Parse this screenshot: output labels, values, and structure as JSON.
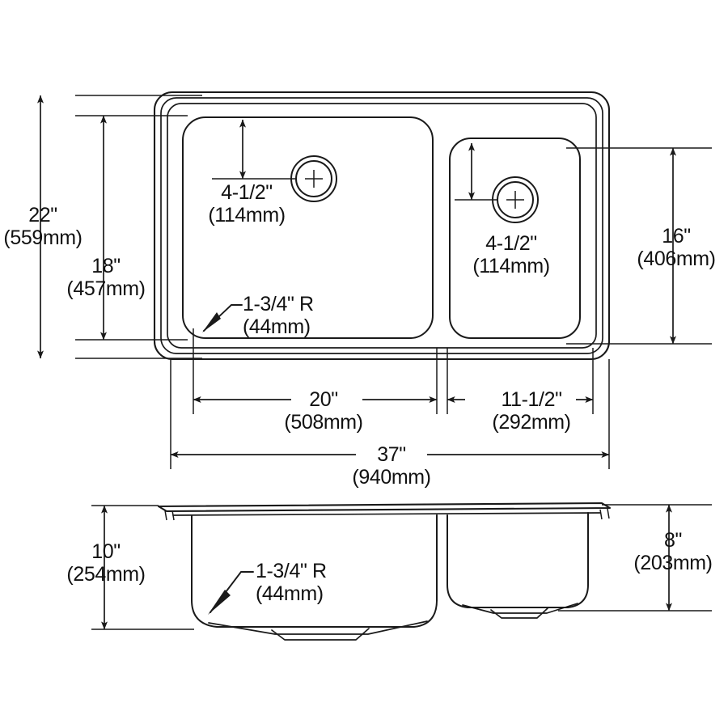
{
  "drawing": {
    "title": "Double Bowl Kitchen Sink Dimension Drawing",
    "views": {
      "top": "top-view",
      "elevation": "front-elevation-view"
    },
    "line_color": "#1a1a1a",
    "background_color": "#ffffff"
  },
  "dimensions": {
    "overall_depth": {
      "id": "dim-22",
      "inches": "22\"",
      "metric": "(559mm)",
      "orientation": "vertical",
      "view": "top"
    },
    "bowl_depth_left": {
      "id": "dim-18",
      "inches": "18\"",
      "metric": "(457mm)",
      "orientation": "vertical",
      "view": "top"
    },
    "bowl_depth_right": {
      "id": "dim-16",
      "inches": "16\"",
      "metric": "(406mm)",
      "orientation": "vertical",
      "view": "top"
    },
    "faucet_hole_offset_left": {
      "id": "dim-4-1-2-left",
      "inches": "4-1/2\"",
      "metric": "(114mm)",
      "orientation": "vertical",
      "view": "top"
    },
    "faucet_hole_offset_right": {
      "id": "dim-4-1-2-right",
      "inches": "4-1/2\"",
      "metric": "(114mm)",
      "orientation": "vertical",
      "view": "top"
    },
    "corner_radius_top": {
      "id": "radius-top",
      "inches": "1-3/4\" R",
      "metric": "(44mm)",
      "orientation": "leader",
      "view": "top"
    },
    "left_bowl_width": {
      "id": "dim-20",
      "inches": "20\"",
      "metric": "(508mm)",
      "orientation": "horizontal",
      "view": "top"
    },
    "right_bowl_width": {
      "id": "dim-11-1-2",
      "inches": "11-1/2\"",
      "metric": "(292mm)",
      "orientation": "horizontal",
      "view": "top"
    },
    "overall_width": {
      "id": "dim-37",
      "inches": "37\"",
      "metric": "(940mm)",
      "orientation": "horizontal",
      "view": "top"
    },
    "left_bowl_height": {
      "id": "dim-10",
      "inches": "10\"",
      "metric": "(254mm)",
      "orientation": "vertical",
      "view": "elevation"
    },
    "right_bowl_height": {
      "id": "dim-8",
      "inches": "8\"",
      "metric": "(203mm)",
      "orientation": "vertical",
      "view": "elevation"
    },
    "corner_radius_elevation": {
      "id": "radius-elevation",
      "inches": "1-3/4\" R",
      "metric": "(44mm)",
      "orientation": "leader",
      "view": "elevation"
    }
  }
}
